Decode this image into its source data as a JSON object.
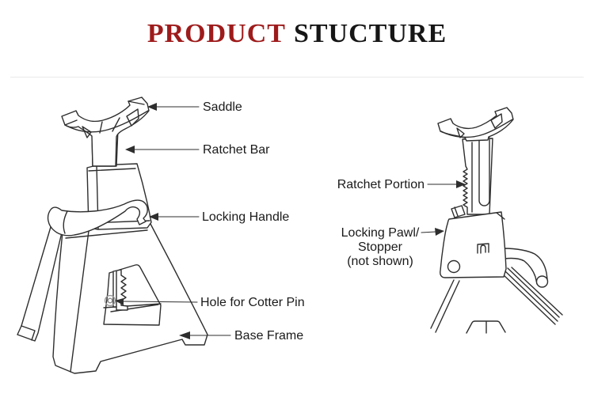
{
  "title": {
    "word_red": "PRODUCT",
    "word_dark": "STUCTURE"
  },
  "colors": {
    "title_red": "#9E1B1B",
    "title_dark": "#161616",
    "label_text": "#1A1A1A",
    "line_art": "#2E2E2E",
    "divider_line": "#E9E9E9",
    "background": "#FFFFFF"
  },
  "left_labels": {
    "saddle": "Saddle",
    "ratchet_bar": "Ratchet Bar",
    "locking_handle": "Locking Handle",
    "hole_for_cotter_pin": "Hole for Cotter Pin",
    "base_frame": "Base Frame"
  },
  "right_labels": {
    "ratchet_portion": "Ratchet Portion",
    "locking_pawl": {
      "line1": "Locking Pawl/",
      "line2": "Stopper",
      "line3": "(not shown)"
    }
  }
}
